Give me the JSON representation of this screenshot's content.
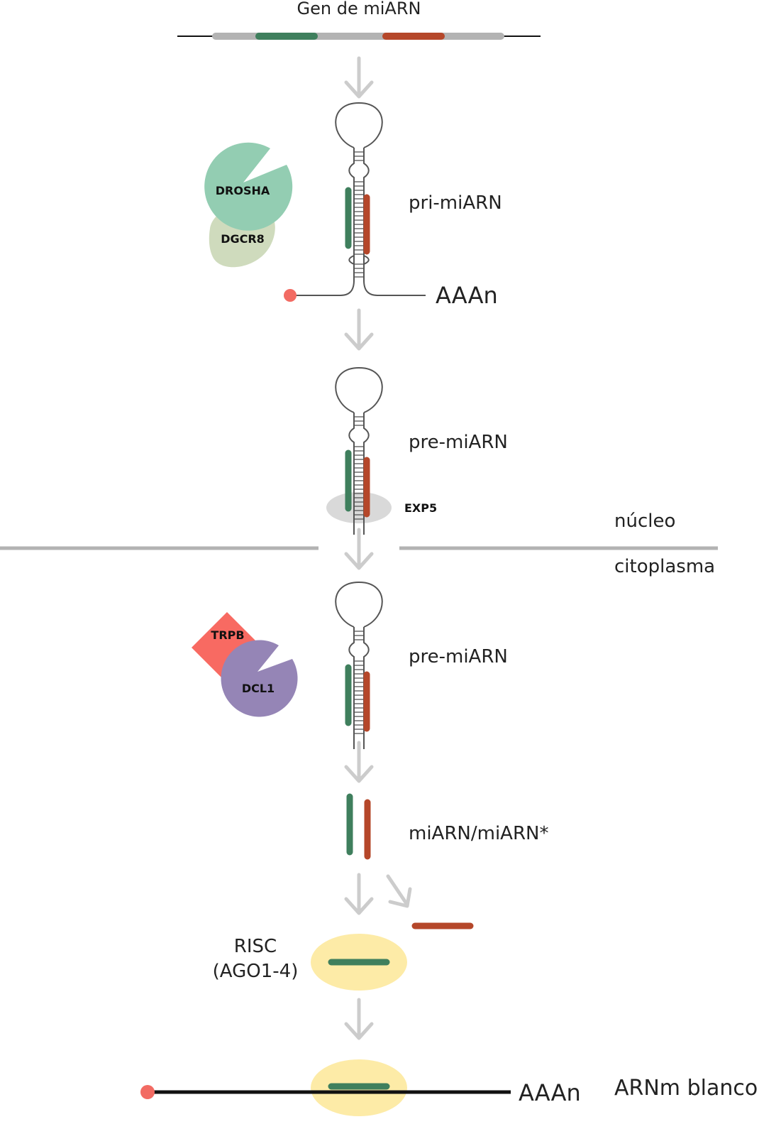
{
  "colors": {
    "mirna_strand": "#3f7f5d",
    "star_strand": "#b5472a",
    "gene_body": "#b3b3b3",
    "arrow": "#cccccc",
    "hairpin_stroke": "#555555",
    "cap": "#f26b63",
    "drosha": "#93cdb2",
    "dgcr8": "#cfdbbd",
    "exp5": "#d9d9d9",
    "trpb": "#f86a62",
    "dcl1": "#9585b6",
    "risc": "#fdeba7",
    "membrane": "#b3b3b3",
    "target_mrna": "#111111"
  },
  "labels": {
    "gene": "Gen de miARN",
    "pri_mirna": "pri-miARN",
    "poly_a_1": "AAAn",
    "pre_mirna_1": "pre-miARN",
    "nucleus": "núcleo",
    "cytoplasm": "citoplasma",
    "pre_mirna_2": "pre-miARN",
    "duplex": "miARN/miARN*",
    "risc_line1": "RISC",
    "risc_line2": "(AGO1-4)",
    "poly_a_2": "AAAn",
    "target": "ARNm blanco"
  },
  "proteins": {
    "drosha": "DROSHA",
    "dgcr8": "DGCR8",
    "exp5": "EXP5",
    "trpb": "TRPB",
    "dcl1": "DCL1"
  }
}
